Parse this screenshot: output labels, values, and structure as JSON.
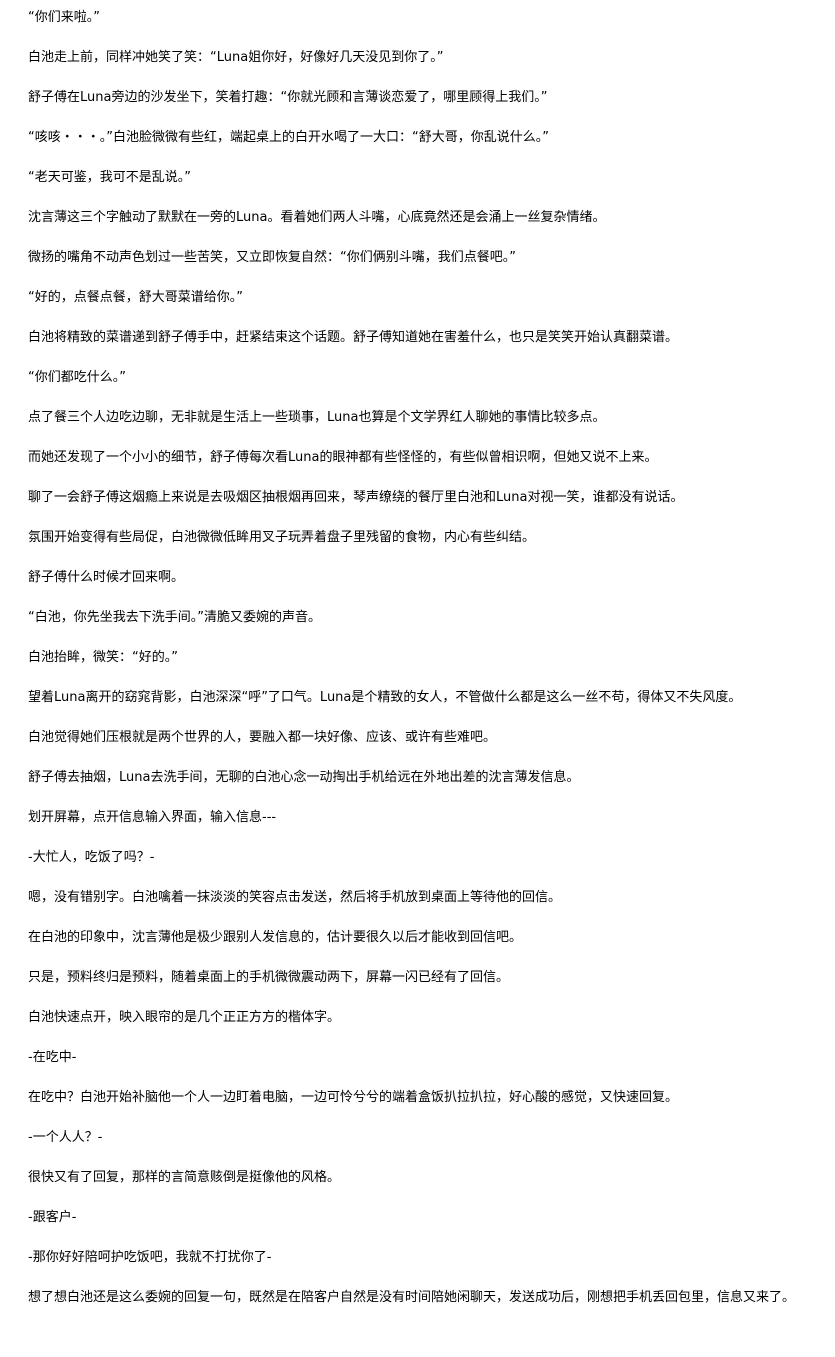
{
  "paragraphs": [
    "“你们来啦。”",
    "白池走上前，同样冲她笑了笑：“Luna姐你好，好像好几天没见到你了。”",
    "舒子傅在Luna旁边的沙发坐下，笑着打趣：“你就光顾和言薄谈恋爱了，哪里顾得上我们。”",
    "“咳咳・・・。”白池脸微微有些红，端起桌上的白开水喝了一大口：“舒大哥，你乱说什么。”",
    "“老天可鉴，我可不是乱说。”",
    "沈言薄这三个字触动了默默在一旁的Luna。看着她们两人斗嘴，心底竟然还是会涌上一丝复杂情绪。",
    "微扬的嘴角不动声色划过一些苦笑，又立即恢复自然：“你们俩别斗嘴，我们点餐吧。”",
    "“好的，点餐点餐，舒大哥菜谱给你。”",
    "白池将精致的菜谱递到舒子傅手中，赶紧结束这个话题。舒子傅知道她在害羞什么，也只是笑笑开始认真翻菜谱。",
    "“你们都吃什么。”",
    "点了餐三个人边吃边聊，无非就是生活上一些琐事，Luna也算是个文学界红人聊她的事情比较多点。",
    "而她还发现了一个小小的细节，舒子傅每次看Luna的眼神都有些怪怪的，有些似曾相识啊，但她又说不上来。",
    "聊了一会舒子傅这烟瘾上来说是去吸烟区抽根烟再回来，琴声缭绕的餐厅里白池和Luna对视一笑，谁都没有说话。",
    "氛围开始变得有些局促，白池微微低眸用叉子玩弄着盘子里残留的食物，内心有些纠结。",
    "舒子傅什么时候才回来啊。",
    "“白池，你先坐我去下洗手间。”清脆又委婉的声音。",
    "白池抬眸，微笑：“好的。”",
    "望着Luna离开的窈窕背影，白池深深“呼”了口气。Luna是个精致的女人，不管做什么都是这么一丝不苟，得体又不失风度。",
    "白池觉得她们压根就是两个世界的人，要融入都一块好像、应该、或许有些难吧。",
    "舒子傅去抽烟，Luna去洗手间，无聊的白池心念一动掏出手机给远在外地出差的沈言薄发信息。",
    "划开屏幕，点开信息输入界面，输入信息---",
    "-大忙人，吃饭了吗？-",
    "嗯，没有错别字。白池噙着一抹淡淡的笑容点击发送，然后将手机放到桌面上等待他的回信。",
    "在白池的印象中，沈言薄他是极少跟别人发信息的，估计要很久以后才能收到回信吧。",
    "只是，预料终归是预料，随着桌面上的手机微微震动两下，屏幕一闪已经有了回信。",
    "白池快速点开，映入眼帘的是几个正正方方的楷体字。",
    "-在吃中-",
    "在吃中？白池开始补脑他一个人一边盯着电脑，一边可怜兮兮的端着盒饭扒拉扒拉，好心酸的感觉，又快速回复。",
    "-一个人人？-",
    "很快又有了回复，那样的言简意赅倒是挺像他的风格。",
    "-跟客户-",
    "-那你好好陪呵护吃饭吧，我就不打扰你了-",
    "想了想白池还是这么委婉的回复一句，既然是在陪客户自然是没有时间陪她闲聊天，发送成功后，刚想把手机丢回包里，信息又来了。"
  ]
}
